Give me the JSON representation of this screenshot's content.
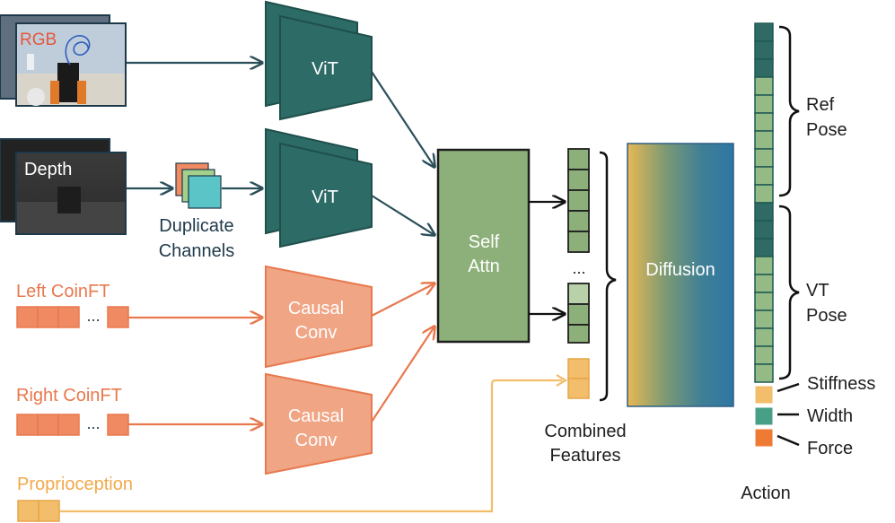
{
  "inputs": {
    "rgb_label": "RGB",
    "depth_label": "Depth",
    "duplicate_line1": "Duplicate",
    "duplicate_line2": "Channels",
    "left_coinft": "Left CoinFT",
    "right_coinft": "Right CoinFT",
    "proprioception": "Proprioception",
    "ellipsis": "..."
  },
  "encoders": {
    "vit": "ViT",
    "causal_line1": "Causal",
    "causal_line2": "Conv"
  },
  "attention": {
    "line1": "Self",
    "line2": "Attn"
  },
  "features": {
    "ellipsis": "...",
    "label_line1": "Combined",
    "label_line2": "Features"
  },
  "diffusion": {
    "label": "Diffusion"
  },
  "action": {
    "title": "Action",
    "ref_line1": "Ref",
    "ref_line2": "Pose",
    "vt_line1": "VT",
    "vt_line2": "Pose",
    "stiffness": "Stiffness",
    "width": "Width",
    "force": "Force"
  },
  "colors": {
    "vit_teal": "#2d6b66",
    "vit_stroke": "#1f4f4b",
    "causal_fill": "#f0a585",
    "causal_stroke": "#e8794e",
    "attn_fill": "#8db07a",
    "attn_stroke": "#1e1e1e",
    "proprio": "#f2be6c",
    "action_dark": "#2f6a64",
    "action_light": "#94bb85",
    "action_stiffness": "#f2be6c",
    "action_width": "#47a085",
    "action_force": "#ef7a34",
    "diffusion_left": "#e8b855",
    "diffusion_right": "#2e76a3"
  }
}
